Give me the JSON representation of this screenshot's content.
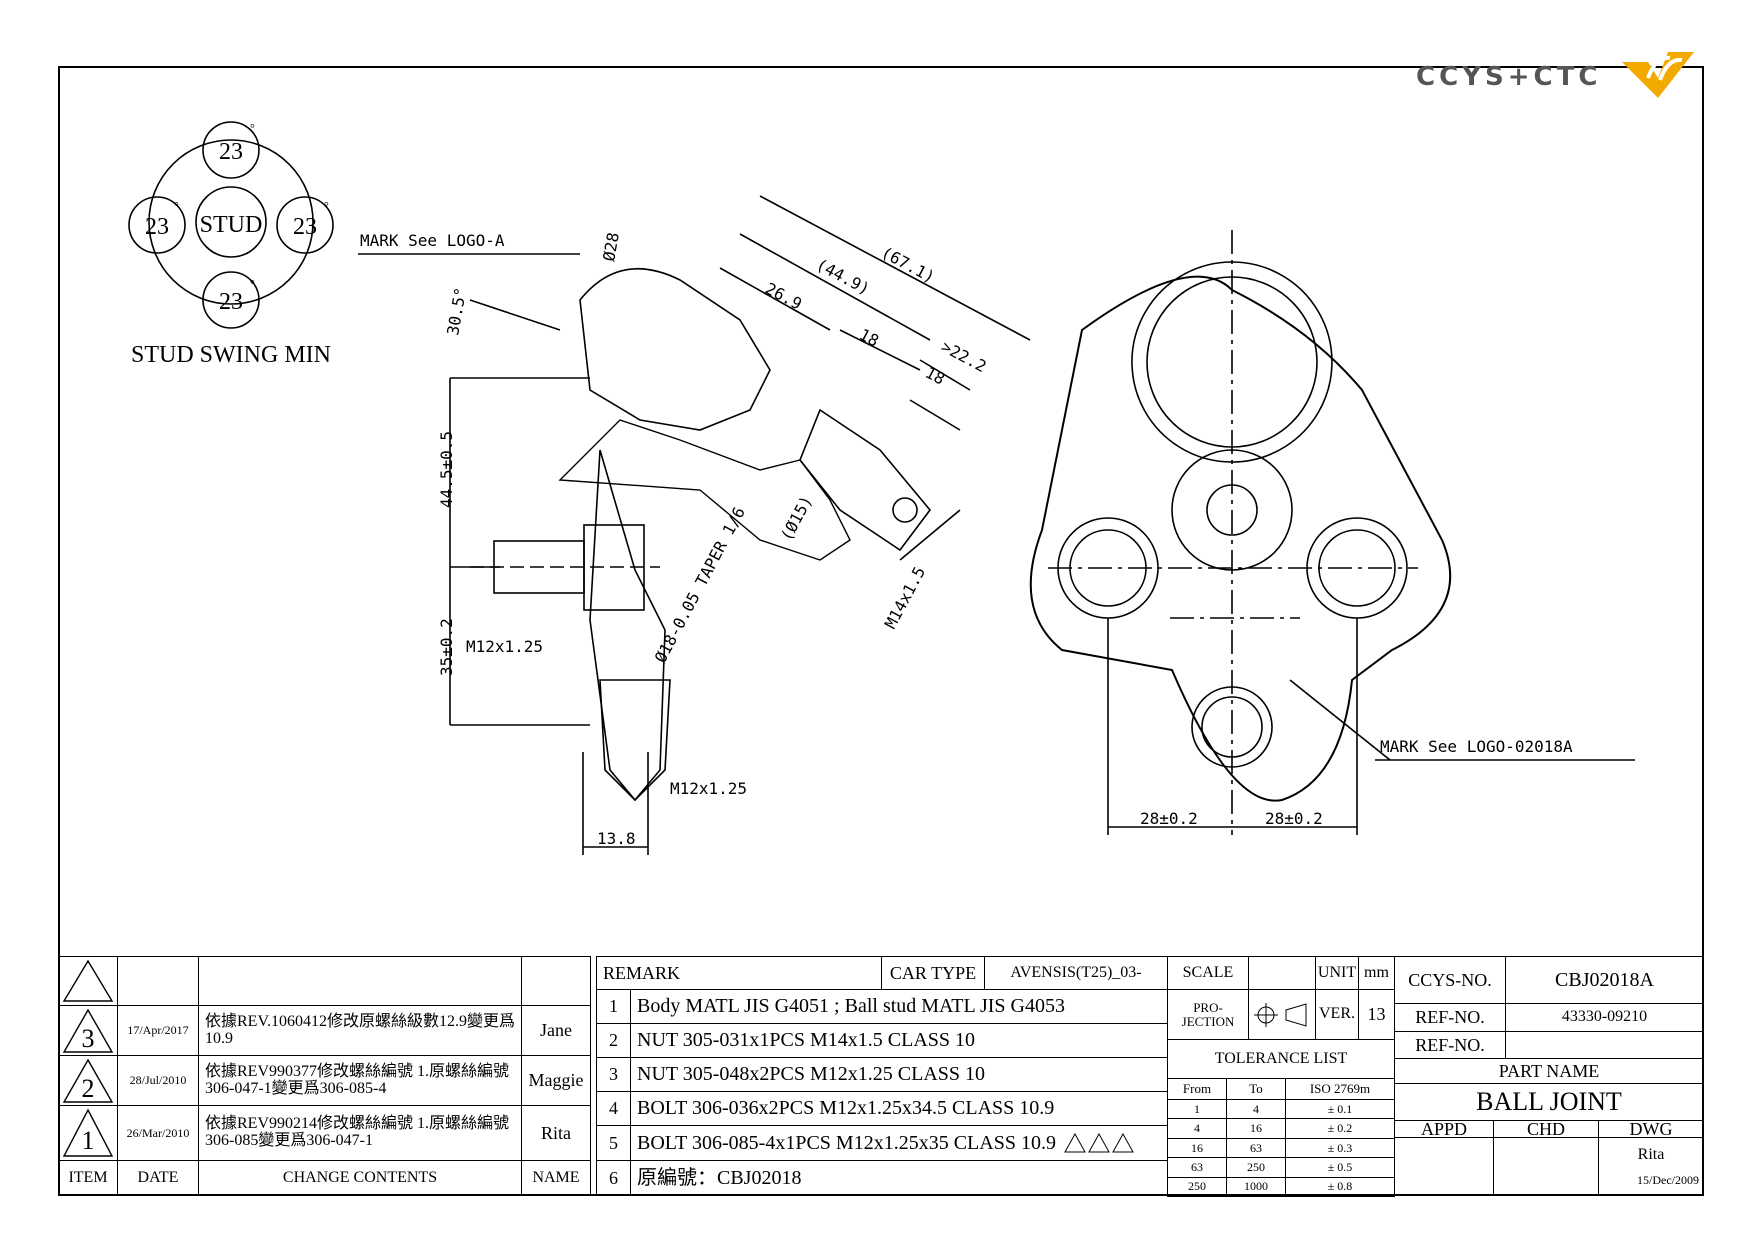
{
  "logo": {
    "text": "CCYS+CTC"
  },
  "swing": {
    "center": "STUD",
    "top": "23",
    "left": "23",
    "right": "23",
    "bottom": "23",
    "degree": "°",
    "caption": "STUD SWING MIN"
  },
  "dims": {
    "mark_a": "MARK See LOGO-A",
    "mark_b": "MARK See LOGO-02018A",
    "d28": "Ø28",
    "a305": "30.5°",
    "d671": "(67.1)",
    "d449": "(44.9)",
    "d269": "26.9",
    "d18a": "18",
    "d222": ">22.2",
    "d18b": "18",
    "d445": "44.5±0.5",
    "d350": "35±0.2",
    "m12a": "M12x1.25",
    "m12b": "M12x1.25",
    "d15": "(Ø15)",
    "taper": "Ø18-0.05 TAPER 1/6",
    "m14": "M14x1.5",
    "d138": "13.8",
    "d28l": "28±0.2",
    "d28r": "28±0.2"
  },
  "revisions": [
    {
      "item": "3",
      "date": "17/Apr/2017",
      "change": "依據REV.1060412修改原螺絲級數12.9變更爲10.9",
      "name": "Jane"
    },
    {
      "item": "2",
      "date": "28/Jul/2010",
      "change": "依據REV990377修改螺絲編號 1.原螺絲編號306-047-1變更爲306-085-4",
      "name": "Maggie"
    },
    {
      "item": "1",
      "date": "26/Mar/2010",
      "change": "依據REV990214修改螺絲編號 1.原螺絲編號306-085變更爲306-047-1",
      "name": "Rita"
    }
  ],
  "rev_headers": {
    "item": "ITEM",
    "date": "DATE",
    "change": "CHANGE CONTENTS",
    "name": "NAME"
  },
  "remark": {
    "label": "REMARK",
    "car_type_label": "CAR TYPE",
    "car_type": "AVENSIS(T25)_03-",
    "rows": [
      {
        "no": "1",
        "text": "Body MATL JIS G4051 ; Ball stud MATL JIS G4053"
      },
      {
        "no": "2",
        "text": "NUT 305-031x1PCS M14x1.5 CLASS 10"
      },
      {
        "no": "3",
        "text": "NUT 305-048x2PCS M12x1.25 CLASS 10"
      },
      {
        "no": "4",
        "text": "BOLT 306-036x2PCS M12x1.25x34.5 CLASS 10.9"
      },
      {
        "no": "5",
        "text": "BOLT 306-085-4x1PCS M12x1.25x35 CLASS 10.9"
      },
      {
        "no": "6",
        "text": "原編號：CBJ02018"
      }
    ]
  },
  "info": {
    "scale": "SCALE",
    "unit": "UNIT",
    "mm": "mm",
    "projection": "PRO-JECTION",
    "ver": "VER.",
    "ver_val": "13",
    "tol_title": "TOLERANCE LIST",
    "tol_from": "From",
    "tol_to": "To",
    "tol_iso": "ISO 2769m",
    "tol_rows": [
      [
        "1",
        "4",
        "± 0.1"
      ],
      [
        "4",
        "16",
        "± 0.2"
      ],
      [
        "16",
        "63",
        "± 0.3"
      ],
      [
        "63",
        "250",
        "± 0.5"
      ],
      [
        "250",
        "1000",
        "± 0.8"
      ]
    ]
  },
  "title": {
    "ccys_label": "CCYS-NO.",
    "ccys": "CBJ02018A",
    "ref_label": "REF-NO.",
    "ref": "43330-09210",
    "ref2_label": "REF-NO.",
    "ref2": "",
    "part_label": "PART NAME",
    "part": "BALL JOINT",
    "appd": "APPD",
    "chd": "CHD",
    "dwg": "DWG",
    "dwg_name": "Rita",
    "dwg_date": "15/Dec/2009"
  }
}
